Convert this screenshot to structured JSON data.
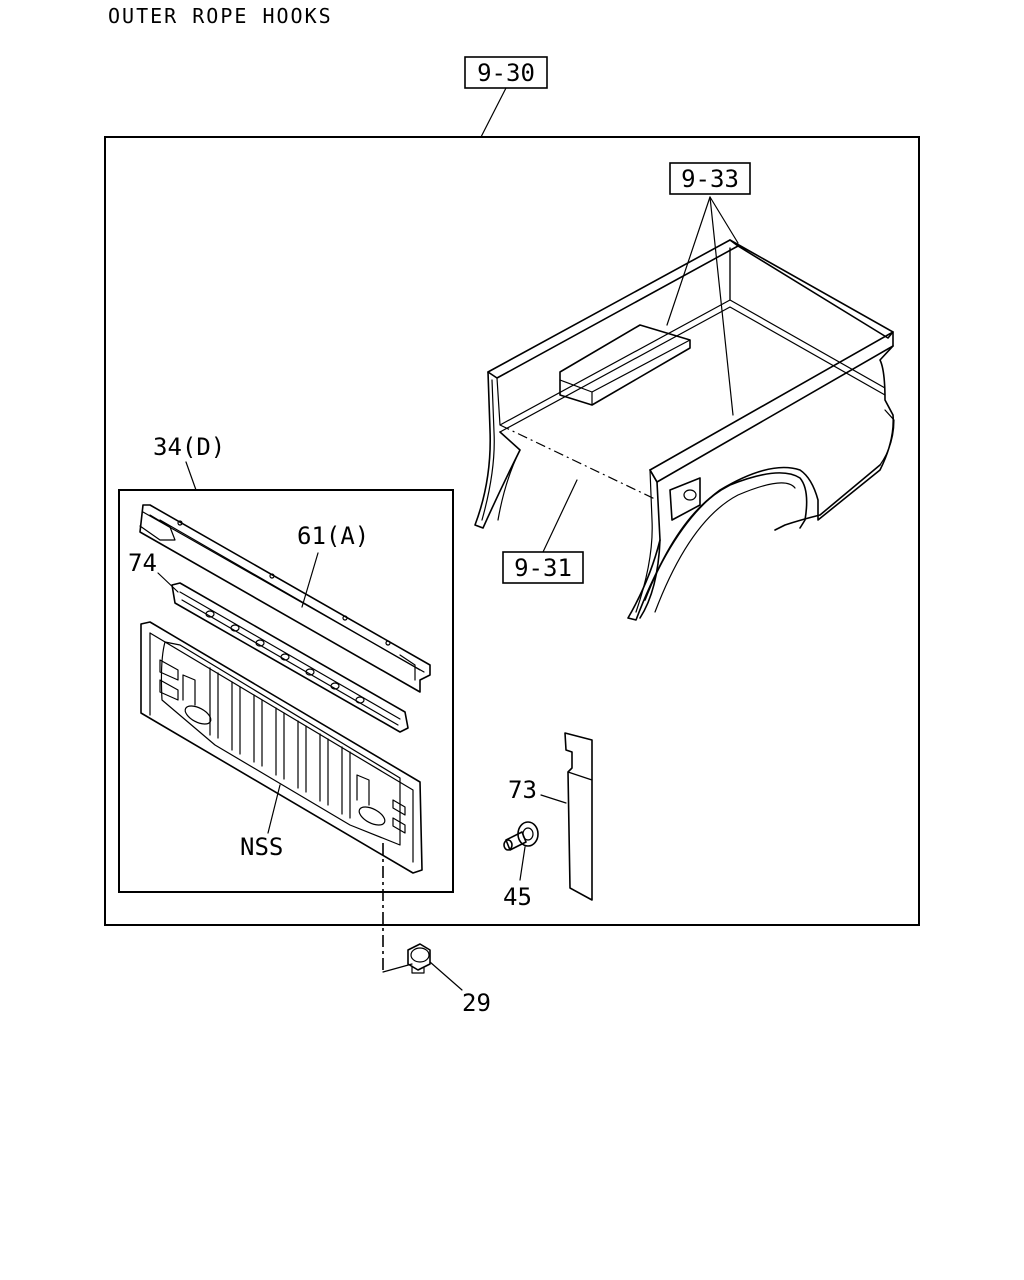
{
  "header": {
    "title": "OUTER ROPE HOOKS"
  },
  "callouts": {
    "assembly": "9-30",
    "bed_sides": "9-33",
    "bed_floor": "9-31",
    "tailgate_assy": "34(D)",
    "top_rail": "61(A)",
    "inner_rail": "74",
    "panel_note": "NSS",
    "side_trim": "73",
    "screw": "45",
    "bumper": "29"
  }
}
